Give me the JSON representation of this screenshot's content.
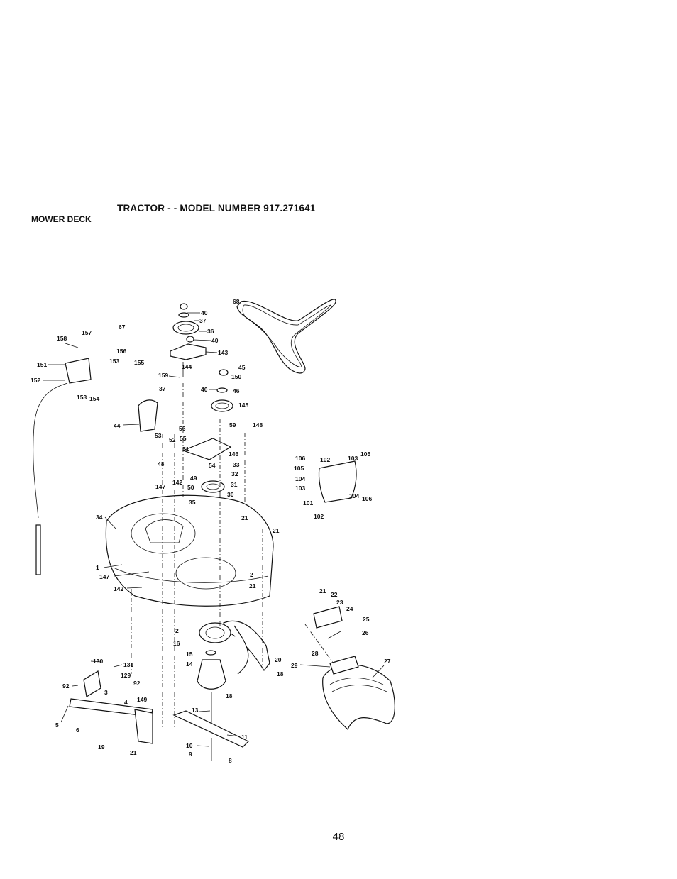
{
  "header": {
    "title": "TRACTOR - - MODEL NUMBER 917.271641",
    "section": "MOWER DECK"
  },
  "footer": {
    "page_number": "48"
  },
  "diagram": {
    "labels": [
      "68",
      "40",
      "37",
      "36",
      "40",
      "143",
      "144",
      "157",
      "67",
      "158",
      "156",
      "151",
      "153",
      "155",
      "152",
      "153",
      "154",
      "159",
      "45",
      "150",
      "40",
      "37",
      "46",
      "145",
      "44",
      "56",
      "59",
      "148",
      "53",
      "52",
      "55",
      "51",
      "146",
      "48",
      "54",
      "33",
      "32",
      "49",
      "31",
      "142",
      "50",
      "147",
      "30",
      "35",
      "34",
      "21",
      "21",
      "1",
      "147",
      "142",
      "2",
      "21",
      "106",
      "102",
      "103",
      "105",
      "105",
      "104",
      "103",
      "101",
      "104",
      "106",
      "102",
      "21",
      "22",
      "23",
      "24",
      "25",
      "26",
      "28",
      "29",
      "27",
      "2",
      "16",
      "15",
      "20",
      "14",
      "18",
      "18",
      "130",
      "131",
      "129",
      "92",
      "92",
      "3",
      "4",
      "149",
      "5",
      "6",
      "13",
      "11",
      "10",
      "9",
      "8",
      "19",
      "21"
    ]
  }
}
